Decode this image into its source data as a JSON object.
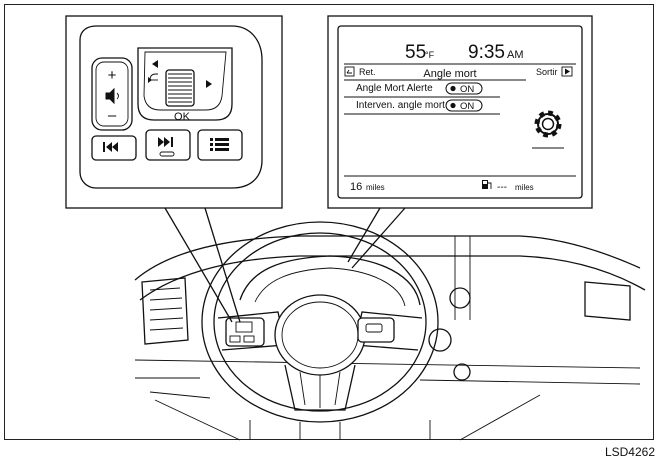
{
  "figure_code": "LSD4262",
  "controls_inset": {
    "volume_plus": "+",
    "volume_minus": "–",
    "ok_label": "OK"
  },
  "display_inset": {
    "temperature_value": "55",
    "temperature_unit": "°F",
    "time_value": "9:35",
    "time_ampm": "AM",
    "back_label": "Ret.",
    "screen_title": "Angle mort",
    "exit_label": "Sortir",
    "settings": [
      {
        "label": "Angle Mort Alerte",
        "value": "ON"
      },
      {
        "label": "Interven. angle mort",
        "value": "ON"
      }
    ],
    "trip_value": "16",
    "trip_unit": "miles",
    "range_value": "---",
    "range_unit": "miles"
  },
  "icons": [
    "volume-icon",
    "back-icon",
    "left-arrow-icon",
    "right-arrow-icon",
    "previous-track-icon",
    "next-track-icon",
    "menu-list-icon",
    "gear-icon",
    "fuel-pump-icon",
    "exit-icon",
    "back-arrow-icon"
  ]
}
